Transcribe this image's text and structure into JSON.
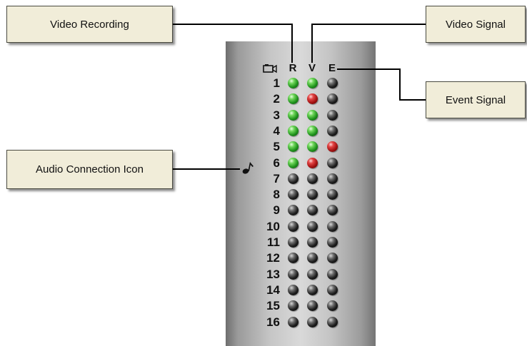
{
  "callouts": {
    "video_recording": "Video Recording",
    "video_signal": "Video Signal",
    "event_signal": "Event Signal",
    "audio_connection": "Audio Connection Icon"
  },
  "columns": {
    "recording": "R",
    "video": "V",
    "event": "E"
  },
  "icons": {
    "camera": "camera-icon",
    "audio": "music-note-icon"
  },
  "colors": {
    "green": "#2aa22a",
    "red": "#c41a1a",
    "off": "#1a1a1a",
    "callout_bg": "#f1edd9"
  },
  "channels": [
    {
      "num": "1",
      "r": "green",
      "v": "green",
      "e": "off",
      "audio": false
    },
    {
      "num": "2",
      "r": "green",
      "v": "red",
      "e": "off",
      "audio": false
    },
    {
      "num": "3",
      "r": "green",
      "v": "green",
      "e": "off",
      "audio": false
    },
    {
      "num": "4",
      "r": "green",
      "v": "green",
      "e": "off",
      "audio": false
    },
    {
      "num": "5",
      "r": "green",
      "v": "green",
      "e": "red",
      "audio": false
    },
    {
      "num": "6",
      "r": "green",
      "v": "red",
      "e": "off",
      "audio": true
    },
    {
      "num": "7",
      "r": "off",
      "v": "off",
      "e": "off",
      "audio": false
    },
    {
      "num": "8",
      "r": "off",
      "v": "off",
      "e": "off",
      "audio": false
    },
    {
      "num": "9",
      "r": "off",
      "v": "off",
      "e": "off",
      "audio": false
    },
    {
      "num": "10",
      "r": "off",
      "v": "off",
      "e": "off",
      "audio": false
    },
    {
      "num": "11",
      "r": "off",
      "v": "off",
      "e": "off",
      "audio": false
    },
    {
      "num": "12",
      "r": "off",
      "v": "off",
      "e": "off",
      "audio": false
    },
    {
      "num": "13",
      "r": "off",
      "v": "off",
      "e": "off",
      "audio": false
    },
    {
      "num": "14",
      "r": "off",
      "v": "off",
      "e": "off",
      "audio": false
    },
    {
      "num": "15",
      "r": "off",
      "v": "off",
      "e": "off",
      "audio": false
    },
    {
      "num": "16",
      "r": "off",
      "v": "off",
      "e": "off",
      "audio": false
    }
  ]
}
